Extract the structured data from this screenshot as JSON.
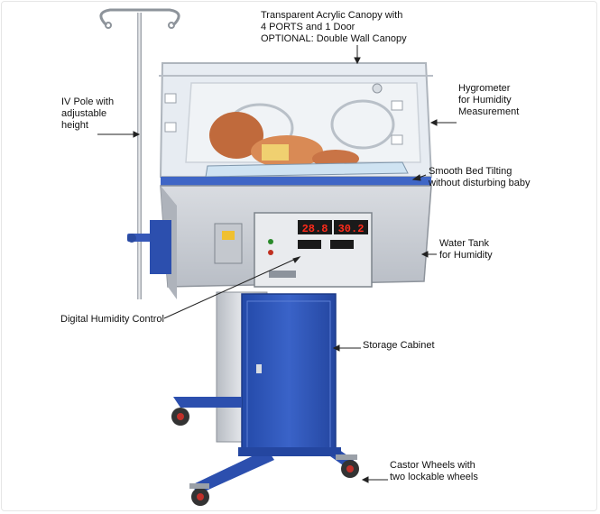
{
  "labels": {
    "canopy": {
      "line1": "Transparent Acrylic Canopy with",
      "line2": "4 PORTS and 1 Door",
      "line3": "OPTIONAL: Double Wall Canopy"
    },
    "iv_pole": {
      "line1": "IV Pole with",
      "line2": "adjustable",
      "line3": "height"
    },
    "hygrometer": {
      "line1": "Hygrometer",
      "line2": "for Humidity",
      "line3": "Measurement"
    },
    "bed_tilting": {
      "line1": "Smooth Bed Tilting",
      "line2": "without disturbing baby"
    },
    "water_tank": {
      "line1": "Water Tank",
      "line2": "for Humidity"
    },
    "humidity_control": {
      "line1": "Digital Humidity Control"
    },
    "storage": {
      "line1": "Storage Cabinet"
    },
    "castor": {
      "line1": "Castor Wheels with",
      "line2": "two lockable wheels"
    }
  },
  "displays": {
    "left_readout": "28.8",
    "right_readout": "30.2"
  },
  "colors": {
    "label_text": "#111111",
    "leader_line": "#222222",
    "cabinet_blue": "#2f56b8",
    "body_grey": "#c9cdd4",
    "led_red": "#ff2a1a",
    "acrylic": "#e9edf2"
  }
}
